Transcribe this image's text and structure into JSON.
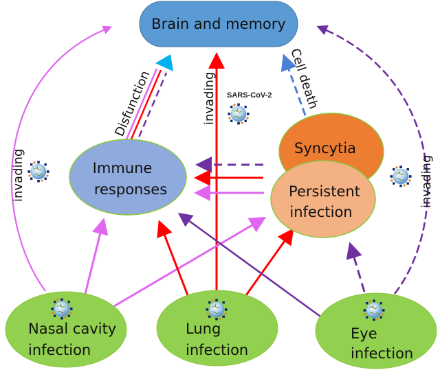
{
  "diagram": {
    "colors": {
      "magenta": "#e066f0",
      "red": "#ff0000",
      "purple": "#7030a0",
      "blue_dashed": "#4a7fd4",
      "cyan_head": "#00b0f0",
      "brain_fill": "#5b9bd5",
      "immune_fill": "#8faadc",
      "syncytia_fill": "#ed7d31",
      "persistent_fill": "#f4b183",
      "infection_fill": "#92d050",
      "node_border": "#8cc63f"
    },
    "nodes": {
      "brain": {
        "label": "Brain and memory"
      },
      "immune": {
        "line1": "Immune",
        "line2": "responses"
      },
      "syncytia": {
        "label": "Syncytia"
      },
      "persistent": {
        "line1": "Persistent",
        "line2": "infection"
      },
      "nasal": {
        "line1": "Nasal cavity",
        "line2": "infection"
      },
      "lung": {
        "line1": "Lung",
        "line2": "infection"
      },
      "eye": {
        "line1": "Eye",
        "line2": "infection"
      }
    },
    "edge_labels": {
      "left_invading": "invading",
      "center_invading": "invading",
      "right_invading": "invading",
      "disfunction": "Disfunction",
      "cell_death": "Cell death"
    },
    "virus_label": "SARS-CoV-2",
    "edges": [
      {
        "from": "Nasal cavity infection",
        "to": "Brain and memory",
        "label": "invading",
        "color": "magenta",
        "style": "solid"
      },
      {
        "from": "Nasal cavity infection",
        "to": "Immune responses",
        "color": "magenta",
        "style": "solid"
      },
      {
        "from": "Nasal cavity infection",
        "to": "Persistent infection",
        "color": "magenta",
        "style": "solid"
      },
      {
        "from": "Lung infection",
        "to": "Brain and memory",
        "label": "invading",
        "color": "red",
        "style": "solid"
      },
      {
        "from": "Lung infection",
        "to": "Immune responses",
        "color": "red",
        "style": "solid"
      },
      {
        "from": "Lung infection",
        "to": "Persistent infection",
        "color": "red",
        "style": "solid"
      },
      {
        "from": "Eye infection",
        "to": "Brain and memory",
        "label": "invading",
        "color": "purple",
        "style": "dashed"
      },
      {
        "from": "Eye infection",
        "to": "Immune responses",
        "color": "purple",
        "style": "solid"
      },
      {
        "from": "Eye infection",
        "to": "Persistent infection",
        "color": "purple",
        "style": "dashed"
      },
      {
        "from": "Syncytia",
        "to": "Immune responses",
        "color": "purple",
        "style": "dashed"
      },
      {
        "from": "Persistent infection",
        "to": "Immune responses",
        "color": "red",
        "style": "solid"
      },
      {
        "from": "Persistent infection",
        "to": "Immune responses",
        "color": "magenta",
        "style": "solid"
      },
      {
        "from": "Immune responses",
        "to": "Brain and memory",
        "label": "Disfunction",
        "color": "magenta+red+purple",
        "style": "mixed"
      },
      {
        "from": "Syncytia",
        "to": "Brain and memory",
        "label": "Cell death",
        "color": "blue",
        "style": "dashed"
      }
    ]
  }
}
